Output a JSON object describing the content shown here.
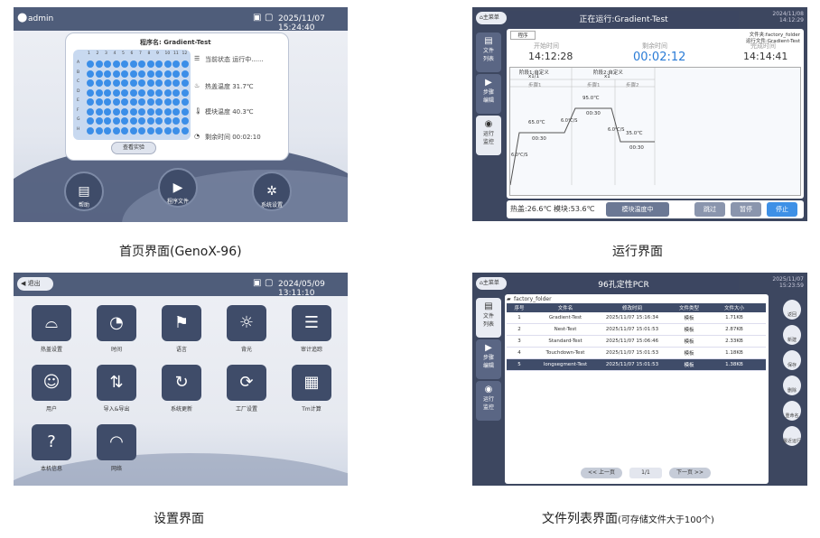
{
  "home": {
    "user": "admin",
    "datetime": "2025/11/07 15:24:40",
    "program_label": "程序名: Gradient-Test",
    "plate_cols": [
      "1",
      "2",
      "3",
      "4",
      "5",
      "6",
      "7",
      "8",
      "9",
      "10",
      "11",
      "12"
    ],
    "plate_rows": [
      "A",
      "B",
      "C",
      "D",
      "E",
      "F",
      "G",
      "H"
    ],
    "status": "当前状态 运行中......",
    "lid_temp": "热盖温度 31.7℃",
    "block_temp": "模块温度 40.3℃",
    "remaining": "剩余时间 00:02:10",
    "view_btn": "查看实验",
    "nav": [
      {
        "label": "帮助",
        "icon": "help-icon"
      },
      {
        "label": "程序文件",
        "icon": "folder-icon"
      },
      {
        "label": "系统设置",
        "icon": "gear-icon"
      }
    ],
    "caption": "首页界面(GenoX-96)"
  },
  "run": {
    "home_btn": "主菜单",
    "title": "正在运行:Gradient-Test",
    "datetime_1": "2024/11/08",
    "datetime_2": "14:12:29",
    "tab": "程序",
    "folder_line": "文件夹:factory_folder",
    "file_line": "运行文件:Gradient-Test",
    "start_label": "开始时间",
    "start_value": "14:12:28",
    "remain_label": "剩余时间",
    "remain_value": "00:02:12",
    "finish_label": "完成时间",
    "finish_value": "14:14:41",
    "side": [
      {
        "label1": "文件",
        "label2": "列表"
      },
      {
        "label1": "步骤",
        "label2": "编辑"
      },
      {
        "label1": "运行",
        "label2": "监控"
      }
    ],
    "stage1": "阶段1:自定义",
    "stage1_rep": "x1/1",
    "stage2": "阶段2:自定义",
    "stage2_rep": "x1",
    "step1": "步骤1",
    "step2": "步骤1",
    "step3": "步骤2",
    "seg1_temp": "65.0℃",
    "seg1_time": "00:30",
    "seg2_temp": "95.0℃",
    "seg2_time": "00:30",
    "seg3_temp": "35.0℃",
    "seg3_time": "00:30",
    "rate1": "6.0℃/S",
    "rate2": "6.0℃/S",
    "rate3": "6.0℃/S",
    "status_text": "热盖:26.6℃ 模块:53.6℃",
    "lid_status": "模块温度中",
    "btn_skip": "跳过",
    "btn_pause": "暂停",
    "btn_stop": "停止",
    "caption": "运行界面"
  },
  "settings": {
    "back_btn": "退出",
    "datetime": "2024/05/09 13:11:10",
    "items": [
      {
        "label": "热盖设置",
        "icon": "lid-icon",
        "glyph": "⌓"
      },
      {
        "label": "时间",
        "icon": "clock-icon",
        "glyph": "◔"
      },
      {
        "label": "语言",
        "icon": "language-flag-icon",
        "glyph": "⚑"
      },
      {
        "label": "背光",
        "icon": "backlight-icon",
        "glyph": "☼"
      },
      {
        "label": "审计追踪",
        "icon": "audit-icon",
        "glyph": "☰"
      },
      {
        "label": "用户",
        "icon": "user-icon",
        "glyph": "☺"
      },
      {
        "label": "导入&导出",
        "icon": "import-export-icon",
        "glyph": "⇅"
      },
      {
        "label": "系统更新",
        "icon": "update-icon",
        "glyph": "↻"
      },
      {
        "label": "工厂设置",
        "icon": "factory-reset-icon",
        "glyph": "⟳"
      },
      {
        "label": "Tm计算",
        "icon": "calculator-icon",
        "glyph": "▦"
      },
      {
        "label": "本机信息",
        "icon": "info-icon",
        "glyph": "?"
      },
      {
        "label": "网络",
        "icon": "wifi-icon",
        "glyph": "◠"
      }
    ],
    "caption": "设置界面"
  },
  "files": {
    "home_btn": "主菜单",
    "title": "96孔定性PCR",
    "datetime_1": "2025/11/07",
    "datetime_2": "15:23:59",
    "folder": "factory_folder",
    "headers": [
      "序号",
      "文件名",
      "修改时间",
      "文件类型",
      "文件大小"
    ],
    "rows": [
      [
        "1",
        "Gradient-Test",
        "2025/11/07 15:16:34",
        "模板",
        "1.71KB"
      ],
      [
        "2",
        "Nest-Test",
        "2025/11/07 15:01:53",
        "模板",
        "2.87KB"
      ],
      [
        "3",
        "Standard-Test",
        "2025/11/07 15:06:46",
        "模板",
        "2.33KB"
      ],
      [
        "4",
        "Touchdown-Test",
        "2025/11/07 15:01:53",
        "模板",
        "1.18KB"
      ],
      [
        "5",
        "longsegment-Test",
        "2025/11/07 15:01:53",
        "模板",
        "1.38KB"
      ]
    ],
    "prev_btn": "<< 上一页",
    "page": "1/1",
    "next_btn": "下一页 >>",
    "right_actions": [
      "返回",
      "新建",
      "保存",
      "删除",
      "重命名",
      "最近运行"
    ],
    "caption_main": "文件列表界面",
    "caption_note": "(可存储文件大于100个)"
  }
}
